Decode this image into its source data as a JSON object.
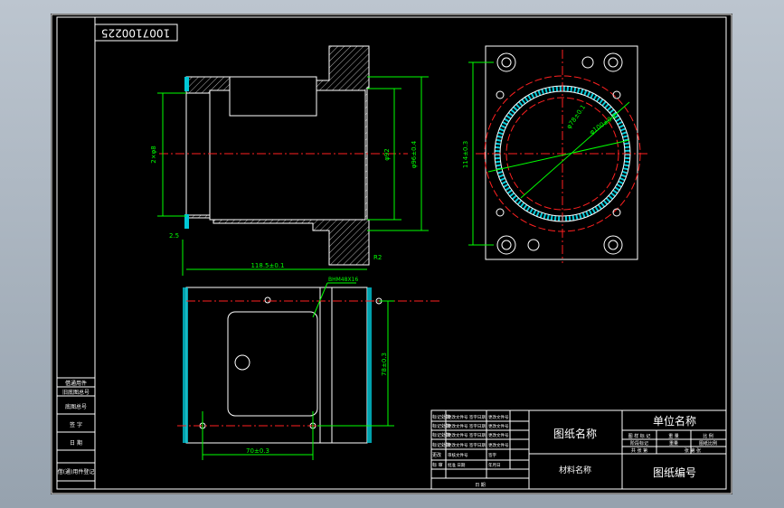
{
  "drawing_number_stamp": "1007100225",
  "title_block": {
    "drawing_name": "图纸名称",
    "unit_name": "单位名称",
    "material_name": "材料名称",
    "drawing_code": "图纸编号",
    "footer_label": "日 期",
    "row_labels": [
      "标记处数",
      "标记处数",
      "标记处数",
      "标记处数",
      "更改",
      "标 审"
    ],
    "row_mid": [
      "更改文件号 签字日期",
      "更改文件号 签字日期",
      "更改文件号 签字日期",
      "更改文件号 签字日期",
      "审核文件号",
      "批准 日期"
    ],
    "row_right": [
      "更改文件号",
      "更改文件号",
      "更改文件号",
      "更改文件号",
      "签字",
      "年月日"
    ],
    "right_header": [
      "图 样 标 记",
      "重 量",
      "比 例"
    ],
    "right_values": [
      "阶段标记",
      "重量",
      "图纸比例"
    ],
    "sheet_info": [
      "共 张 第",
      "张 第 张"
    ]
  },
  "left_strip": [
    "借通用件",
    "旧底图总号",
    "底图总号",
    "签 字",
    "日 期",
    "借(通)用件登记"
  ],
  "dimensions": {
    "d1": "2×φ8",
    "d2": "2.5",
    "d3": "118.5±0.1",
    "d4": "φ92",
    "d5": "φ96±0.4",
    "d6": "114±0.3",
    "d7": "φ100±0.2",
    "d8": "φ78±0.1",
    "d9": "78±0.3",
    "d10": "70±0.3",
    "d11": "R2",
    "d12": "BHM48X16"
  }
}
